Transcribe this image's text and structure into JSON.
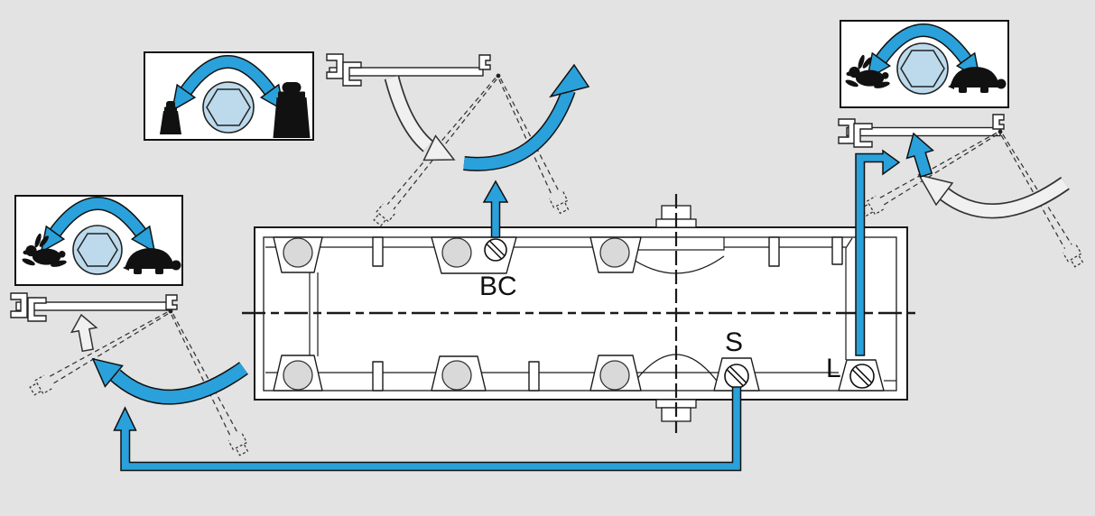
{
  "diagram": {
    "kind": "door-closer-adjustment-top-view",
    "valves": [
      {
        "label": "BC"
      },
      {
        "label": "S"
      },
      {
        "label": "L"
      }
    ],
    "insets": [
      {
        "id": "closing-force",
        "icons": [
          "rotate-both-directions-arrow-icon",
          "light-weight-icon",
          "hex-socket-nut-icon",
          "heavy-weight-icon"
        ]
      },
      {
        "id": "closing-speed-left",
        "icons": [
          "rotate-both-directions-arrow-icon",
          "rabbit-icon",
          "hex-socket-nut-icon",
          "turtle-icon"
        ]
      },
      {
        "id": "latch-speed-right",
        "icons": [
          "rotate-both-directions-arrow-icon",
          "rabbit-icon",
          "hex-socket-nut-icon",
          "turtle-icon"
        ]
      }
    ],
    "colors": {
      "background": "#E3E3E3",
      "line": "#1A1A1A",
      "accent_blue": "#2AA1DA",
      "nut_fill": "#BCDAEC",
      "metal_gray": "#D9D9D9",
      "soft_arrow": "#F0F0F0",
      "white": "#FFFFFF"
    }
  }
}
